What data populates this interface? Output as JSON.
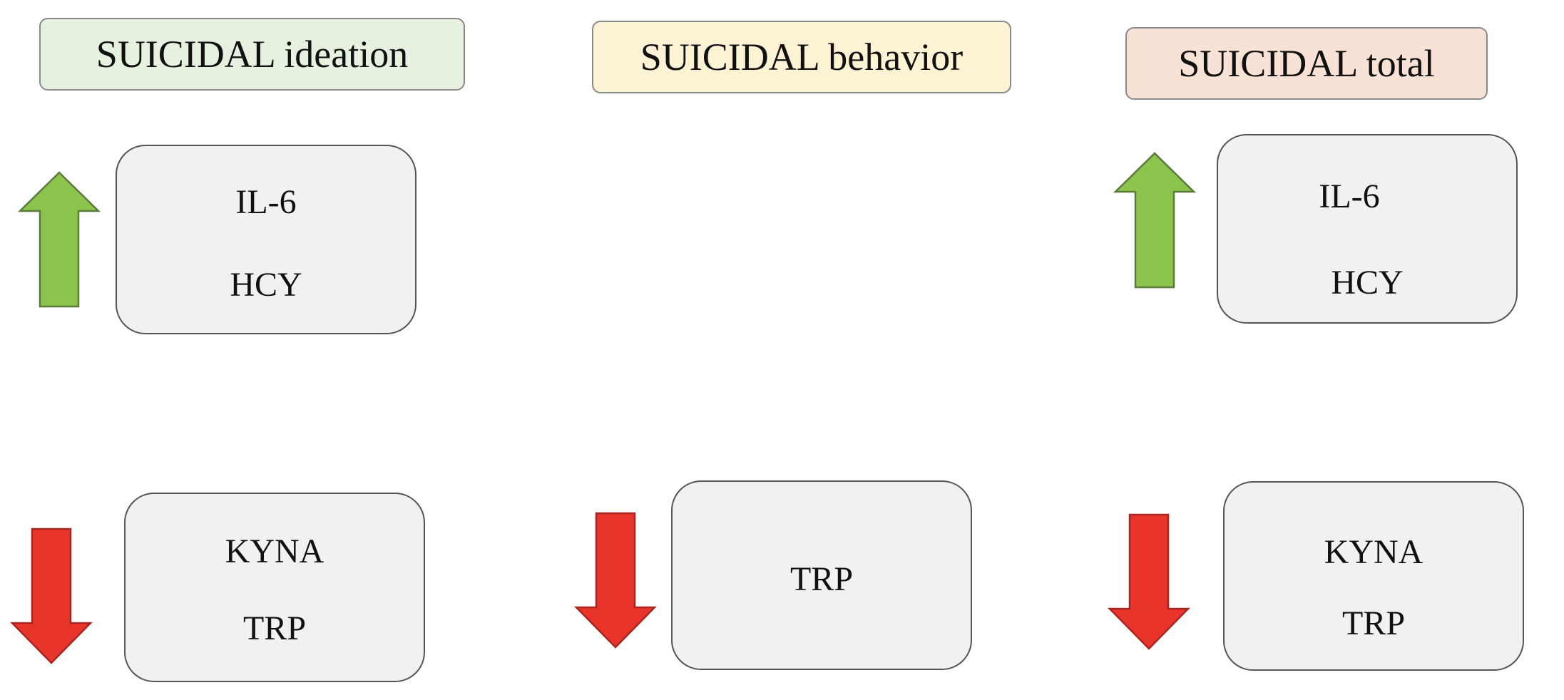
{
  "colors": {
    "up_arrow_fill": "#8dc44e",
    "up_arrow_stroke": "#5b7a3c",
    "down_arrow_fill": "#e8342a",
    "down_arrow_stroke": "#a82520",
    "header_ideation_bg": "#e6f1df",
    "header_behavior_bg": "#fcf2d4",
    "header_total_bg": "#f8e2d6",
    "box_bg": "#f1f1f1"
  },
  "columns": [
    {
      "header": "SUICIDAL ideation",
      "increased": [
        "IL-6",
        "HCY"
      ],
      "decreased": [
        "KYNA",
        "TRP"
      ]
    },
    {
      "header": "SUICIDAL behavior",
      "increased": [],
      "decreased": [
        "TRP"
      ]
    },
    {
      "header": "SUICIDAL total",
      "increased": [
        "IL-6",
        "HCY"
      ],
      "decreased": [
        "KYNA",
        "TRP"
      ]
    }
  ],
  "icons": {
    "up": "up-arrow-icon",
    "down": "down-arrow-icon"
  }
}
